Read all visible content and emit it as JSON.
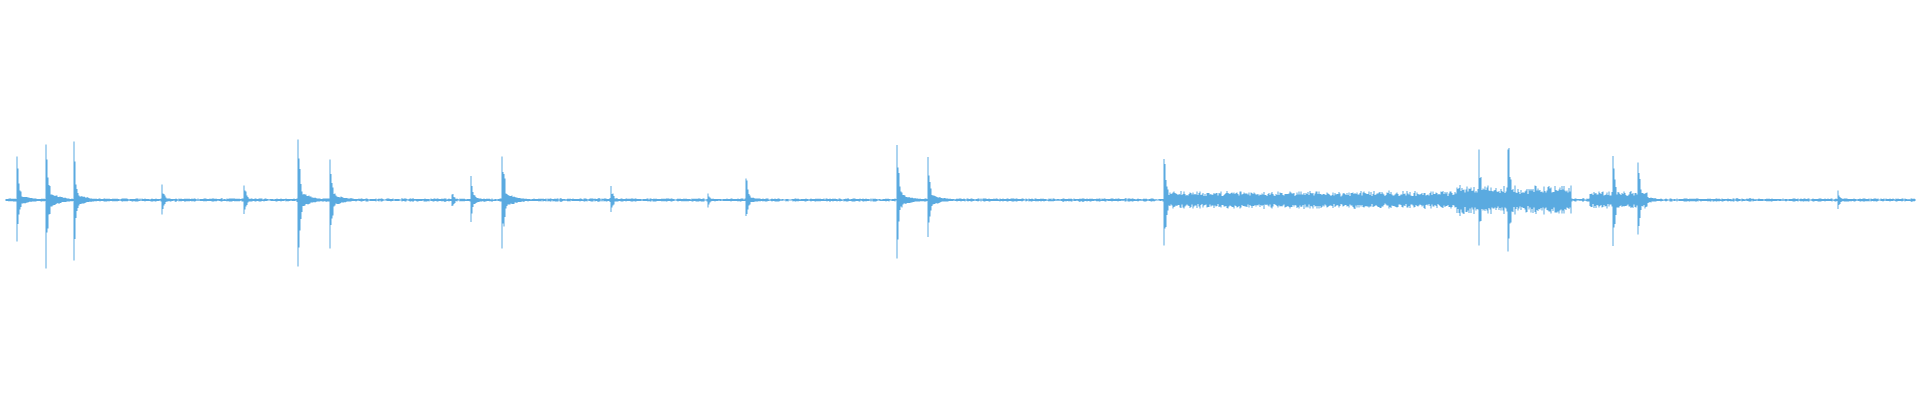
{
  "waveform": {
    "color": "#5aaae0",
    "background": "#ffffff",
    "transient_peaks": [
      {
        "t": 0.006,
        "amp": 0.3
      },
      {
        "t": 0.021,
        "amp": 0.5
      },
      {
        "t": 0.036,
        "amp": 0.36
      },
      {
        "t": 0.082,
        "amp": 0.12
      },
      {
        "t": 0.125,
        "amp": 0.12
      },
      {
        "t": 0.153,
        "amp": 0.48
      },
      {
        "t": 0.17,
        "amp": 0.37
      },
      {
        "t": 0.234,
        "amp": 0.06
      },
      {
        "t": 0.244,
        "amp": 0.17
      },
      {
        "t": 0.26,
        "amp": 0.45
      },
      {
        "t": 0.317,
        "amp": 0.1
      },
      {
        "t": 0.368,
        "amp": 0.05
      },
      {
        "t": 0.388,
        "amp": 0.19
      },
      {
        "t": 0.467,
        "amp": 0.4
      },
      {
        "t": 0.483,
        "amp": 0.34
      },
      {
        "t": 0.607,
        "amp": 0.4
      },
      {
        "t": 0.762,
        "amp": 0.1
      },
      {
        "t": 0.772,
        "amp": 0.34
      },
      {
        "t": 0.787,
        "amp": 0.5
      },
      {
        "t": 0.842,
        "amp": 0.34
      },
      {
        "t": 0.855,
        "amp": 0.34
      },
      {
        "t": 0.96,
        "amp": 0.06
      }
    ],
    "sustained_segments": [
      {
        "start": 0.61,
        "end": 0.76,
        "amp": 0.05
      },
      {
        "start": 0.76,
        "end": 0.82,
        "amp": 0.08
      },
      {
        "start": 0.83,
        "end": 0.86,
        "amp": 0.05
      }
    ]
  }
}
